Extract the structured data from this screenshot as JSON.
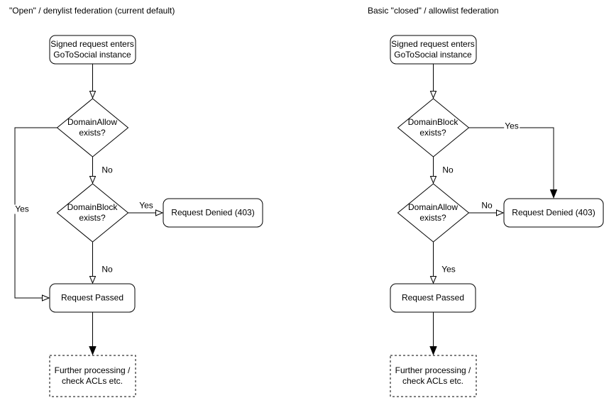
{
  "left_flow": {
    "title": "\"Open\" / denylist federation (current default)",
    "start": "Signed request enters\nGoToSocial instance",
    "decision1": "DomainAllow\nexists?",
    "decision1_yes_label": "Yes",
    "decision1_no_label": "No",
    "decision2": "DomainBlock\nexists?",
    "decision2_yes_label": "Yes",
    "decision2_no_label": "No",
    "denied": "Request Denied (403)",
    "passed": "Request Passed",
    "further": "Further processing /\ncheck ACLs etc."
  },
  "right_flow": {
    "title": "Basic \"closed\" / allowlist federation",
    "start": "Signed request enters\nGoToSocial instance",
    "decision1": "DomainBlock\nexists?",
    "decision1_yes_label": "Yes",
    "decision1_no_label": "No",
    "decision2": "DomainAllow\nexists?",
    "decision2_yes_label": "Yes",
    "decision2_no_label": "No",
    "denied": "Request Denied (403)",
    "passed": "Request Passed",
    "further": "Further processing /\ncheck ACLs etc."
  },
  "colors": {
    "stroke": "#000000",
    "text": "#000000",
    "background": "#ffffff"
  }
}
